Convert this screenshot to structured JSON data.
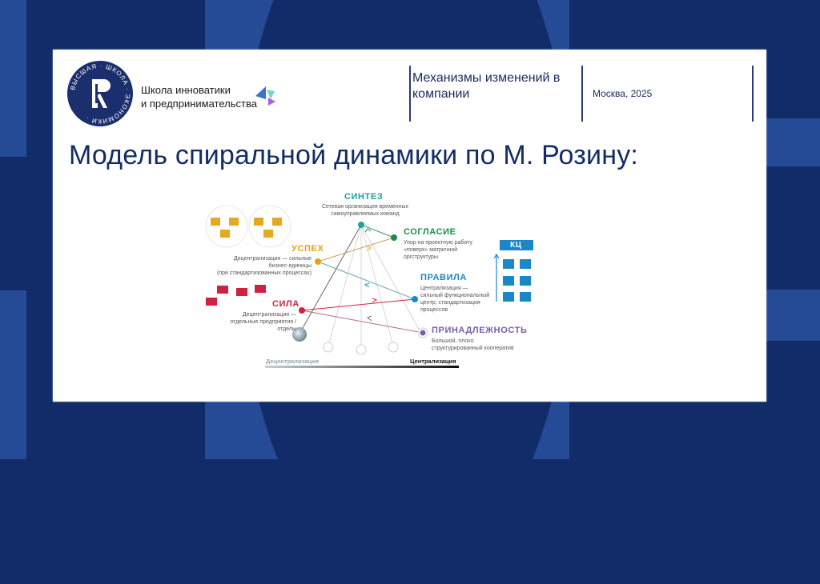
{
  "header": {
    "logo_alt": "ВЫСШАЯ ШКОЛА ЭКОНОМИКИ",
    "school_name_line1": "Школа инноватики",
    "school_name_line2": "и предпринимательства",
    "course_title": "Механизмы изменений в компании",
    "city_year": "Москва, 2025"
  },
  "page_title": "Модель спиральной динамики по М. Розину:",
  "diagram": {
    "stages": [
      {
        "title": "СИНТЕЗ",
        "desc_lines": [
          "Сетевая организация временных",
          "самоуправляемых команд"
        ],
        "color": "#1fa39a"
      },
      {
        "title": "СОГЛАСИЕ",
        "desc_lines": [
          "Упор на проектную работу",
          "«поверх» матричной",
          "оргструктуры"
        ],
        "color": "#1e8c4a"
      },
      {
        "title": "УСПЕХ",
        "desc_lines": [
          "Децентрализация — сильные",
          "бизнес-единицы",
          "(при стандартизованных процессах)"
        ],
        "color": "#e3a21a"
      },
      {
        "title": "ПРАВИЛА",
        "desc_lines": [
          "Централизация —",
          "сильный функциональный",
          "центр, стандартизация",
          "процессов"
        ],
        "color": "#1b86c8"
      },
      {
        "title": "СИЛА",
        "desc_lines": [
          "Децентрализация —",
          "отдельные предприятия /",
          "отделы"
        ],
        "color": "#d0223f"
      },
      {
        "title": "ПРИНАДЛЕЖНОСТЬ",
        "desc_lines": [
          "Большой, плохо",
          "структурированный кооператив"
        ],
        "color": "#7b5ea7"
      }
    ],
    "kc_label": "КЦ",
    "axis_left": "Децентрализация",
    "axis_right": "Централизация"
  },
  "colors": {
    "bg_dark": "#112c68",
    "bg_light": "#254a96",
    "title": "#132c68"
  }
}
